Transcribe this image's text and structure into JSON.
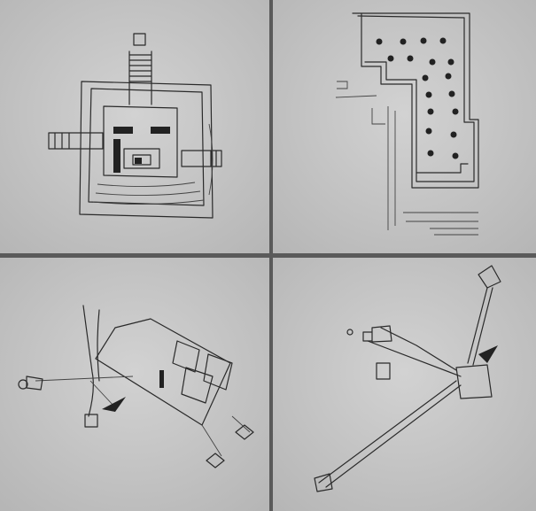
{
  "colors": {
    "paper": "#c9c9c9",
    "paper_shade": "#b8b8b8",
    "ink": "#2a2a2a",
    "seam": "#555555"
  },
  "panels": [
    {
      "id": "top-left-plan"
    },
    {
      "id": "top-right-plan"
    },
    {
      "id": "bottom-left-site-plan"
    },
    {
      "id": "bottom-right-site-plan"
    }
  ]
}
